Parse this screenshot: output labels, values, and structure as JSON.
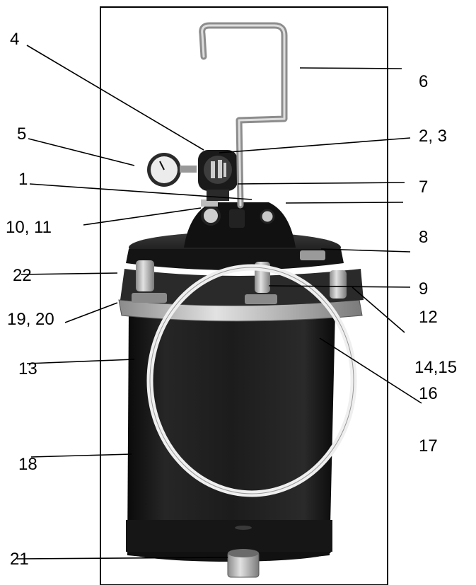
{
  "labels": {
    "l1": "1",
    "l23": "2, 3",
    "l4": "4",
    "l5": "5",
    "l6": "6",
    "l7": "7",
    "l8": "8",
    "l9": "9",
    "l1011": "10, 11",
    "l12": "12",
    "l13": "13",
    "l1415": "14,15",
    "l16": "16",
    "l17": "17",
    "l18": "18",
    "l1920": "19, 20",
    "l21": "21",
    "l22": "22"
  },
  "colors": {
    "tank_body": "#1d1d1d",
    "tank_shadow": "#0b0b0b",
    "metal": "#b9b9b9",
    "metal_dark": "#7a7a7a",
    "leader_line": "#000000",
    "gasket": "#f2f2f2"
  }
}
